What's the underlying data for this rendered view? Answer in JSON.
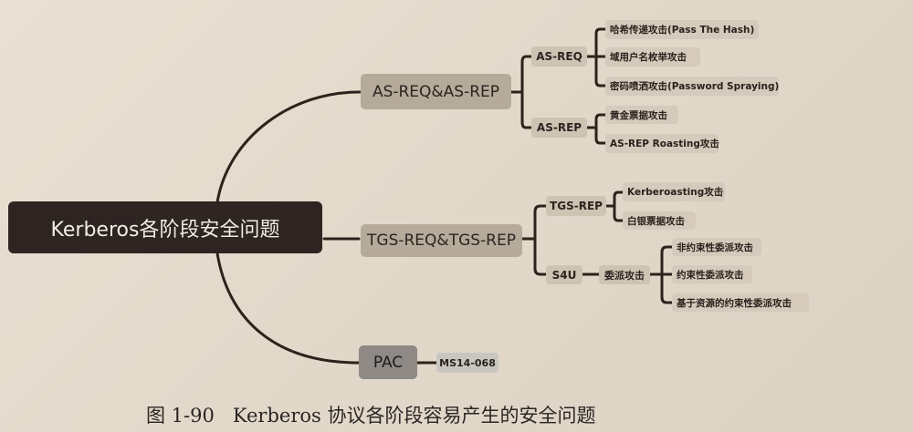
{
  "diagram": {
    "root": {
      "label": "Kerberos各阶段安全问题"
    },
    "branches": [
      {
        "label": "AS-REQ&AS-REP",
        "children": [
          {
            "label": "AS-REQ",
            "leaves": [
              "哈希传递攻击(Pass The Hash)",
              "域用户名枚举攻击",
              "密码喷洒攻击(Password Spraying)"
            ]
          },
          {
            "label": "AS-REP",
            "leaves": [
              "黄金票据攻击",
              "AS-REP Roasting攻击"
            ]
          }
        ]
      },
      {
        "label": "TGS-REQ&TGS-REP",
        "children": [
          {
            "label": "TGS-REP",
            "leaves": [
              "Kerberoasting攻击",
              "白银票据攻击"
            ]
          },
          {
            "label": "S4U",
            "sub": {
              "label": "委派攻击",
              "leaves": [
                "非约束性委派攻击",
                "约束性委派攻击",
                "基于资源的约束性委派攻击"
              ]
            }
          }
        ]
      },
      {
        "label": "PAC",
        "leaves": [
          "MS14-068"
        ]
      }
    ],
    "colors": {
      "root_bg": "#2e2422",
      "branch_bg": "#b6aa9a",
      "pac_bg": "#8f8a85",
      "node_bg": "#cfc3b3",
      "line": "#2f211b",
      "paper": "#e6ddd0"
    }
  },
  "caption": "图 1-90   Kerberos 协议各阶段容易产生的安全问题"
}
